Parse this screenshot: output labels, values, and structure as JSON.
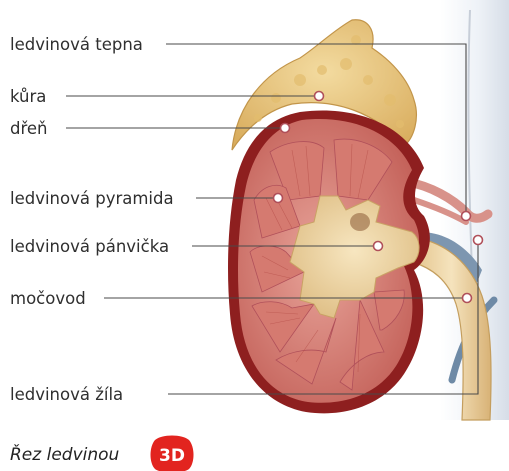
{
  "labels": {
    "artery": "ledvinová tepna",
    "cortex": "kůra",
    "medulla": "dřeň",
    "pyramid": "ledvinová pyramida",
    "pelvis": "ledvinová pánvička",
    "ureter": "močovod",
    "vein": "ledvinová žíla"
  },
  "caption": "Řez ledvinou",
  "badge": "3D",
  "colors": {
    "badge": "#e2241f",
    "capsule": "#8e1f1f",
    "cortex": "#c96a5f",
    "pyramid": "#d2766c",
    "pelvis": "#ecd3a0",
    "fat": "#e9c77a",
    "vessel": "#dc9a91",
    "vein": "#6e8aa6"
  }
}
